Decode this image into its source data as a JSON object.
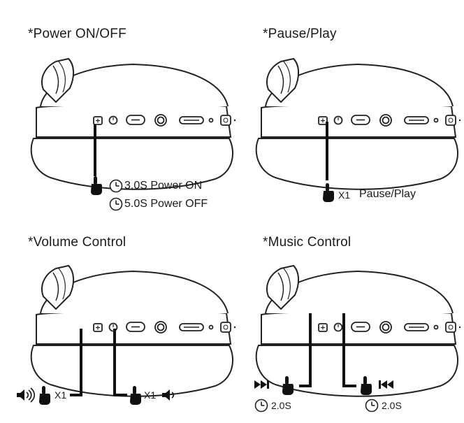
{
  "panels": [
    {
      "title": "*Power ON/OFF",
      "lines": [
        "3.0S Power ON",
        "5.0S Power OFF"
      ]
    },
    {
      "title": "*Pause/Play",
      "press": "X1",
      "action": "Pause/Play"
    },
    {
      "title": "*Volume Control",
      "left_press": "X1",
      "right_press": "X1"
    },
    {
      "title": "*Music Control",
      "left_time": "2.0S",
      "right_time": "2.0S"
    }
  ],
  "icons": {
    "finger": "pointing-finger-icon",
    "clock": "clock-icon",
    "vol_up": "volume-up-icon",
    "vol_down": "volume-down-icon",
    "next": "next-track-icon",
    "prev": "previous-track-icon"
  }
}
